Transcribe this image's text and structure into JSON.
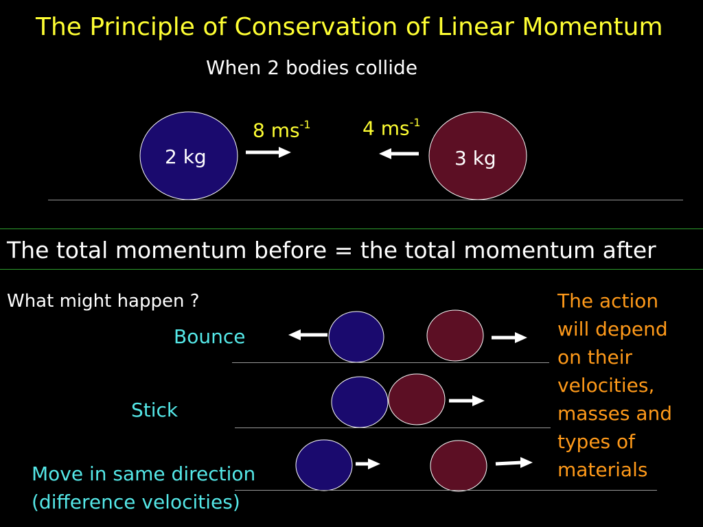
{
  "title": "The Principle of Conservation of Linear Momentum",
  "subtitle": "When 2 bodies collide",
  "collision": {
    "left_body": {
      "mass": "2 kg",
      "speed": "8 ms",
      "unit_exp": "-1",
      "color": "#1a0a6e"
    },
    "right_body": {
      "mass": "3 kg",
      "speed": "4 ms",
      "unit_exp": "-1",
      "color": "#5c0f24"
    }
  },
  "principle": "The total momentum before = the total momentum after",
  "question": "What might happen ?",
  "outcomes": [
    {
      "label": "Bounce"
    },
    {
      "label": "Stick"
    },
    {
      "label_lines": [
        "Move in same direction",
        "(difference velocities)"
      ]
    }
  ],
  "note_lines": [
    "The action",
    "will depend",
    "on their",
    "velocities,",
    "masses and",
    "types of",
    "materials"
  ],
  "colors": {
    "title": "#ffff33",
    "body_text": "#ffffff",
    "outcome_label": "#55e8e8",
    "note": "#ff9a1a",
    "blue_ball": "#1a0a6e",
    "red_ball": "#5c0f24",
    "divider": "#2e9e2e"
  }
}
